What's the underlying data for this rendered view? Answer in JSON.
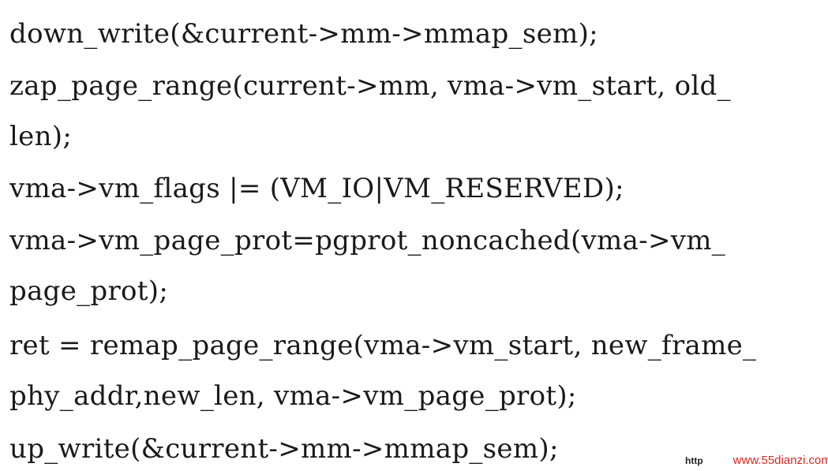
{
  "code_lines": [
    "down_write(&current->mm->mmap_sem);",
    "zap_page_range(current->mm, vma->vm_start, old_",
    "len);",
    "vma->vm_flags |= (VM_IO|VM_RESERVED);",
    "vma->vm_page_prot=pgprot_noncached(vma->vm_",
    "page_prot);",
    "ret = remap_page_range(vma->vm_start, new_frame_",
    "phy_addr,new_len, vma->vm_page_prot);",
    "up_write(&current->mm->mmap_sem);"
  ],
  "watermark": {
    "prefix": "http",
    "url": "www.55dianzi.com",
    "color": "#d9281f"
  }
}
